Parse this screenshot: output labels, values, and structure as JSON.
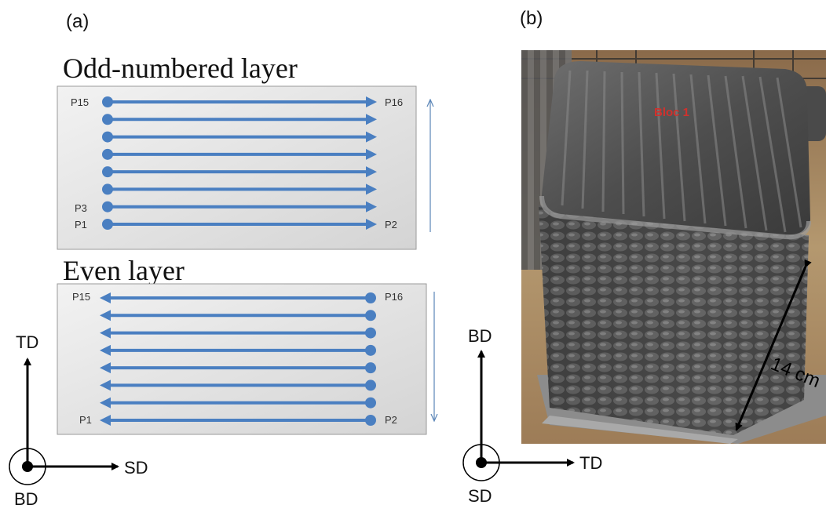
{
  "panel_a": {
    "letter": "(a)",
    "odd_title": "Odd-numbered layer",
    "even_title": "Even layer",
    "odd_points": {
      "top_left": "P15",
      "top_right": "P16",
      "second_left": "P3",
      "bottom_left": "P1",
      "bottom_right": "P2"
    },
    "even_points": {
      "top_left": "P15",
      "top_right": "P16",
      "bottom_left": "P1",
      "bottom_right": "P2"
    },
    "tracks_per_layer": 8,
    "axes": {
      "up": "TD",
      "right": "SD",
      "out": "BD"
    }
  },
  "panel_b": {
    "letter": "(b)",
    "block_label": "Bloc 1",
    "dimension": "14 cm",
    "axes": {
      "up": "BD",
      "right": "TD",
      "out": "SD"
    }
  },
  "colors": {
    "track": "#4A7FC1",
    "panel_fill": "#e2e2e2",
    "block_label": "#d0312d"
  }
}
